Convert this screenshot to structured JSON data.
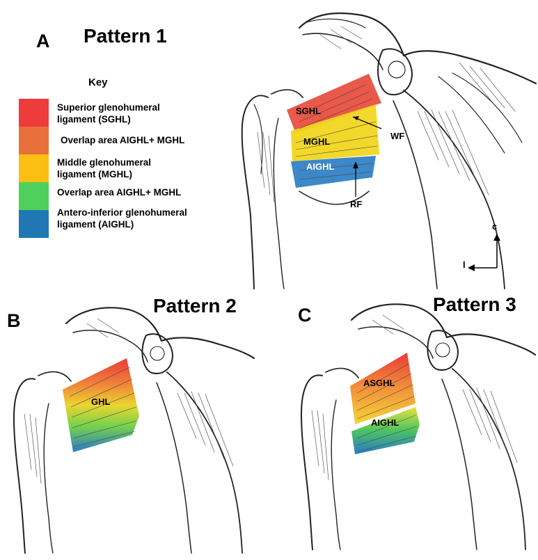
{
  "panels": {
    "a": {
      "letter": "A",
      "title": "Pattern 1"
    },
    "b": {
      "letter": "B",
      "title": "Pattern 2"
    },
    "c": {
      "letter": "C",
      "title": "Pattern 3"
    }
  },
  "key": {
    "title": "Key",
    "items": [
      {
        "label_line1": "Superior glenohumeral",
        "label_line2": "ligament (SGHL)",
        "color": "#ee3b3b"
      },
      {
        "label_line1": "Overlap area AIGHL+ MGHL",
        "label_line2": "",
        "color": "#e8703a"
      },
      {
        "label_line1": "Middle glenohumeral",
        "label_line2": "ligament (MGHL)",
        "color": "#fbbf14"
      },
      {
        "label_line1": "Overlap area AIGHL+ MGHL",
        "label_line2": "",
        "color": "#4fcf5c"
      },
      {
        "label_line1": "Antero-inferior glenohumeral",
        "label_line2": "ligament (AIGHL)",
        "color": "#1f78b4"
      }
    ]
  },
  "labels": {
    "sghl": "SGHL",
    "mghl": "MGHL",
    "aighl": "AIGHL",
    "wf": "WF",
    "rf": "RF",
    "ghl": "GHL",
    "asghl": "ASGHL",
    "aighl_c": "AIGHL"
  },
  "axes": {
    "cranial": "c",
    "lateral": "l"
  }
}
